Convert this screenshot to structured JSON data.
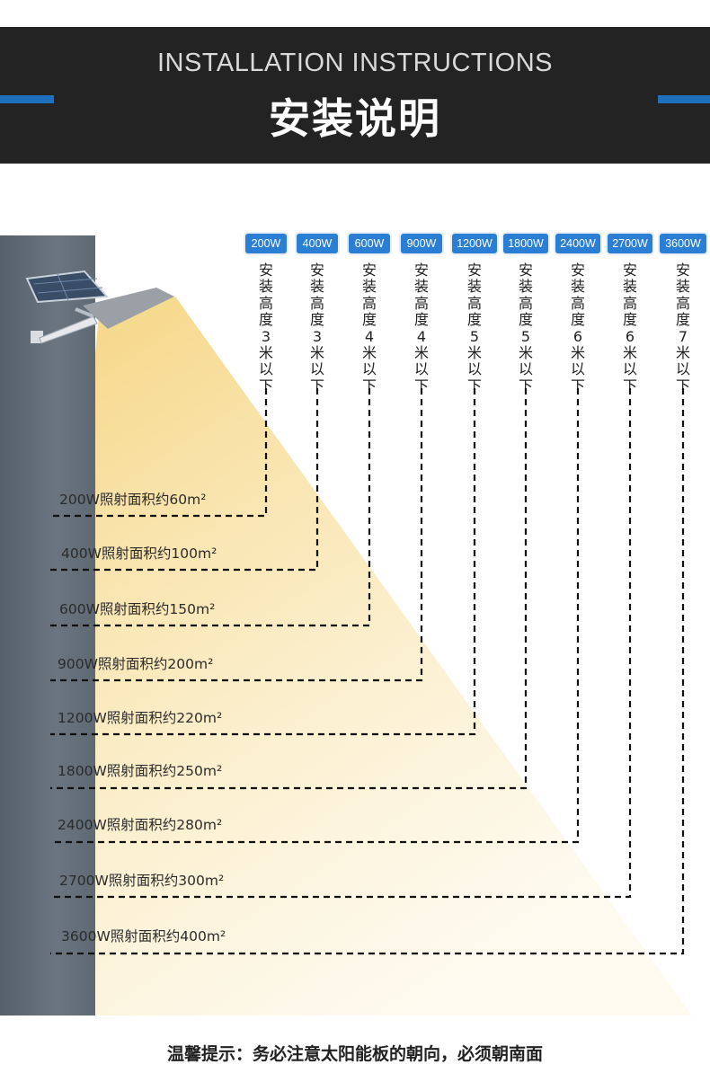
{
  "header": {
    "subtitle": "INSTALLATION INSTRUCTIONS",
    "title": "安装说明"
  },
  "colors": {
    "header_bg": "#232323",
    "accent": "#1f6fbf",
    "badge": "#2a7fd4",
    "wall": "#5f6973",
    "light_beam": "#f4d98a"
  },
  "lamp": {
    "icon": "solar-street-light-icon"
  },
  "models": [
    {
      "badge": "200W",
      "height": "安装高度3米以下",
      "area": "200W照射面积约60m²"
    },
    {
      "badge": "400W",
      "height": "安装高度3米以下",
      "area": "400W照射面积约100m²"
    },
    {
      "badge": "600W",
      "height": "安装高度4米以下",
      "area": "600W照射面积约150m²"
    },
    {
      "badge": "900W",
      "height": "安装高度4米以下",
      "area": "900W照射面积约200m²"
    },
    {
      "badge": "1200W",
      "height": "安装高度5米以下",
      "area": "1200W照射面积约220m²"
    },
    {
      "badge": "1800W",
      "height": "安装高度5米以下",
      "area": "1800W照射面积约250m²"
    },
    {
      "badge": "2400W",
      "height": "安装高度6米以下",
      "area": "2400W照射面积约280m²"
    },
    {
      "badge": "2700W",
      "height": "安装高度6米以下",
      "area": "2700W照射面积约300m²"
    },
    {
      "badge": "3600W",
      "height": "安装高度7米以下",
      "area": "3600W照射面积约400m²"
    }
  ],
  "tip": "温馨提示：务必注意太阳能板的朝向，必须朝南面"
}
